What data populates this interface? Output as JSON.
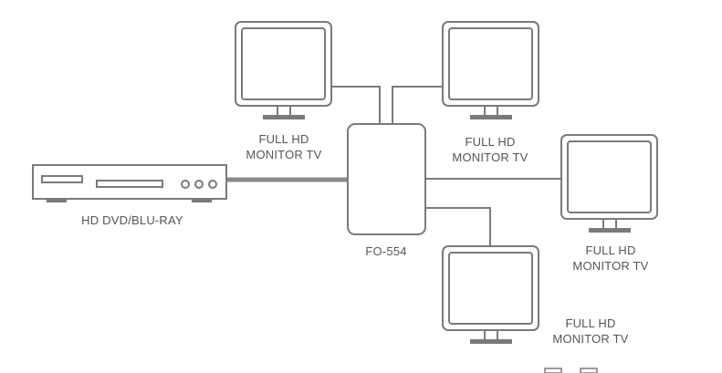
{
  "source_device": {
    "label": "HD DVD/BLU-RAY"
  },
  "splitter": {
    "label": "FO-554"
  },
  "monitors": [
    {
      "line1": "FULL HD",
      "line2": "MONITOR TV"
    },
    {
      "line1": "FULL HD",
      "line2": "MONITOR TV"
    },
    {
      "line1": "FULL HD",
      "line2": "MONITOR TV"
    },
    {
      "line1": "FULL HD",
      "line2": "MONITOR TV"
    }
  ],
  "colors": {
    "stroke": "#7a7a7a",
    "text": "#555555",
    "cable": "#8a8a8a",
    "background": "#ffffff"
  }
}
